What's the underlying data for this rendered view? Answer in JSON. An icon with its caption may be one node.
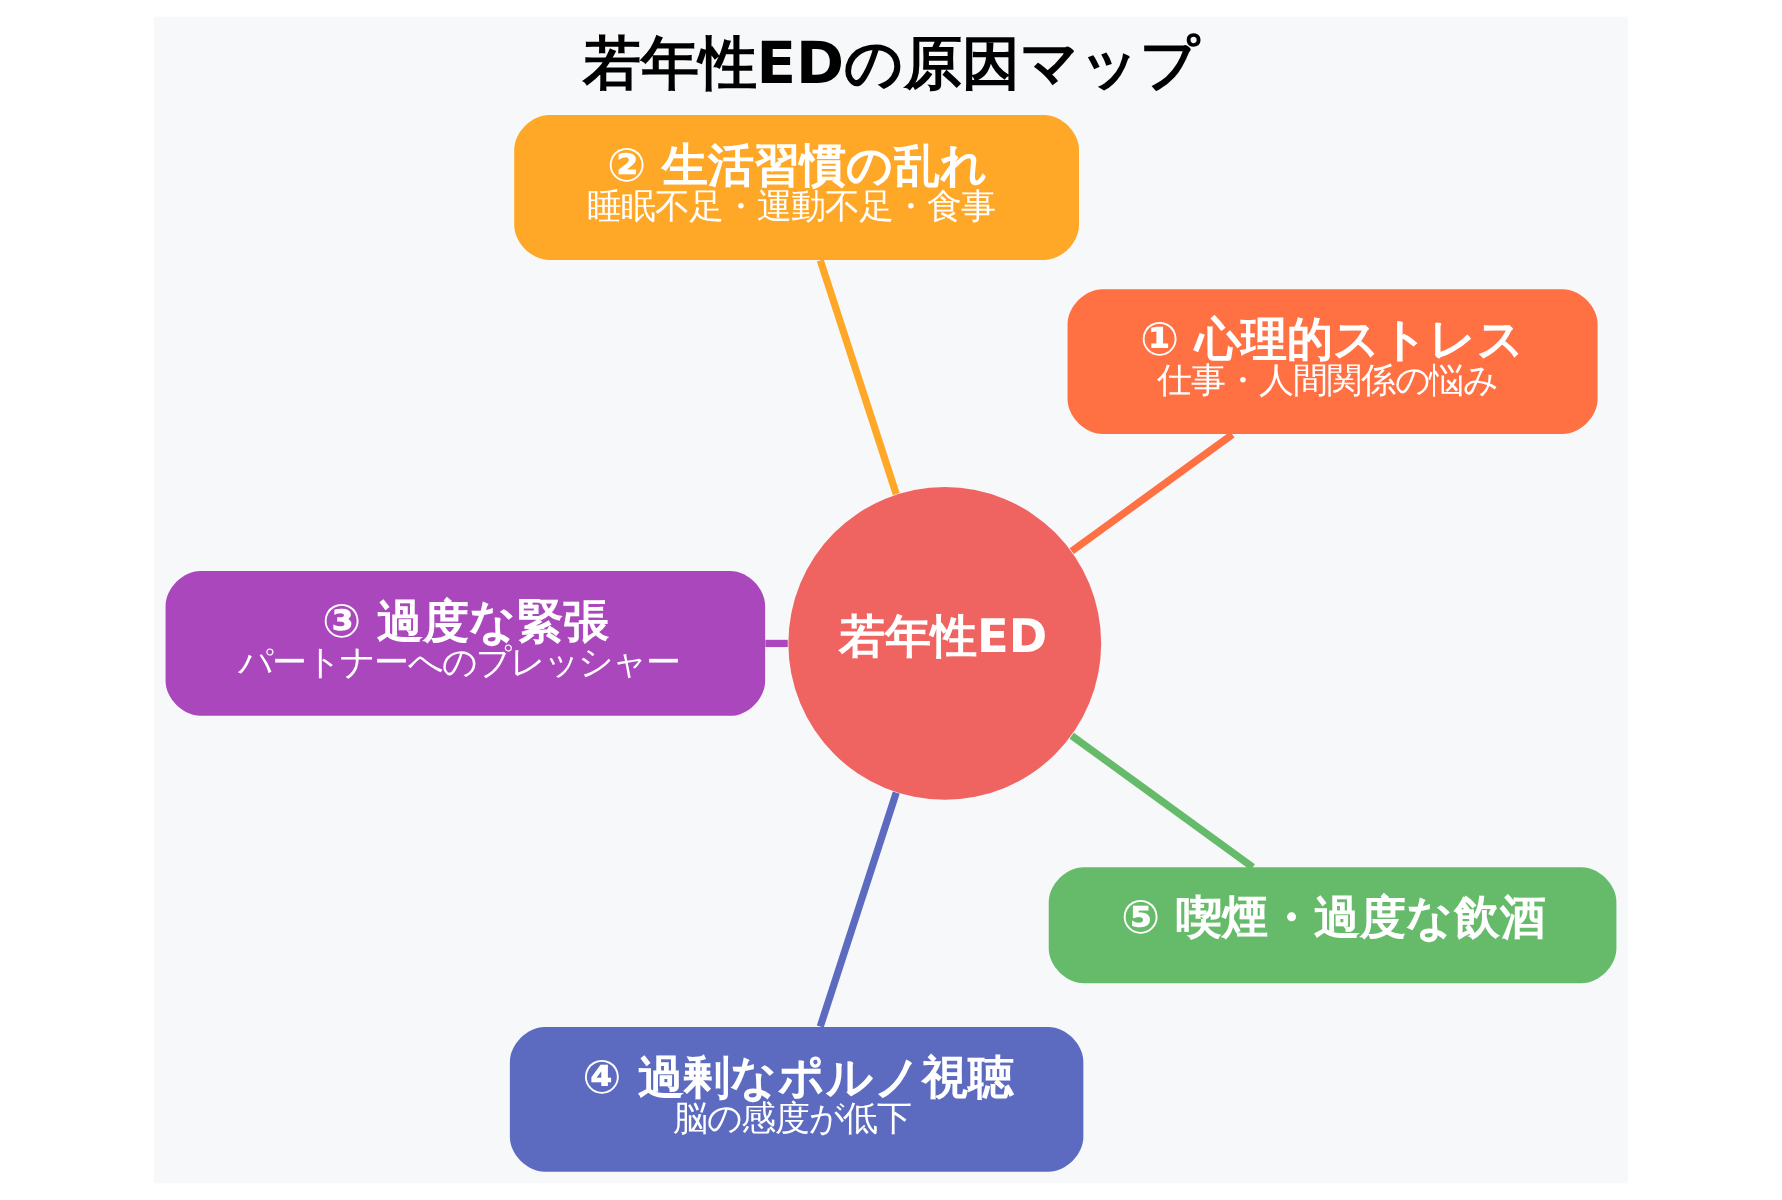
{
  "diagram": {
    "title": "若年性EDの原因マップ",
    "nodes": [
      {
        "text": [
          "若年性ED"
        ]
      },
      {
        "text": [
          "① 心理的ストレス",
          "仕事・人間関係の悩み"
        ]
      },
      {
        "text": [
          "② 生活習慣の乱れ",
          "睡眠不足・運動不足・食事"
        ]
      },
      {
        "text": [
          "③ 過度な緊張",
          "パートナーへのプレッシャー"
        ]
      },
      {
        "text": [
          "④ 過剰なポルノ視聴",
          "脳の感度が低下"
        ]
      },
      {
        "text": [
          "⑤ 喫煙・過度な飲酒"
        ]
      }
    ],
    "edges": [
      {
        "from": 0,
        "to": 1,
        "arrow": "none",
        "color": "#ff7043"
      },
      {
        "from": 0,
        "to": 2,
        "arrow": "none",
        "color": "#ffa726"
      },
      {
        "from": 0,
        "to": 3,
        "arrow": "none",
        "color": "#ab47bc"
      },
      {
        "from": 0,
        "to": 4,
        "arrow": "none",
        "color": "#5c6bc0"
      },
      {
        "from": 0,
        "to": 5,
        "arrow": "none",
        "color": "#66bb6a"
      }
    ]
  }
}
